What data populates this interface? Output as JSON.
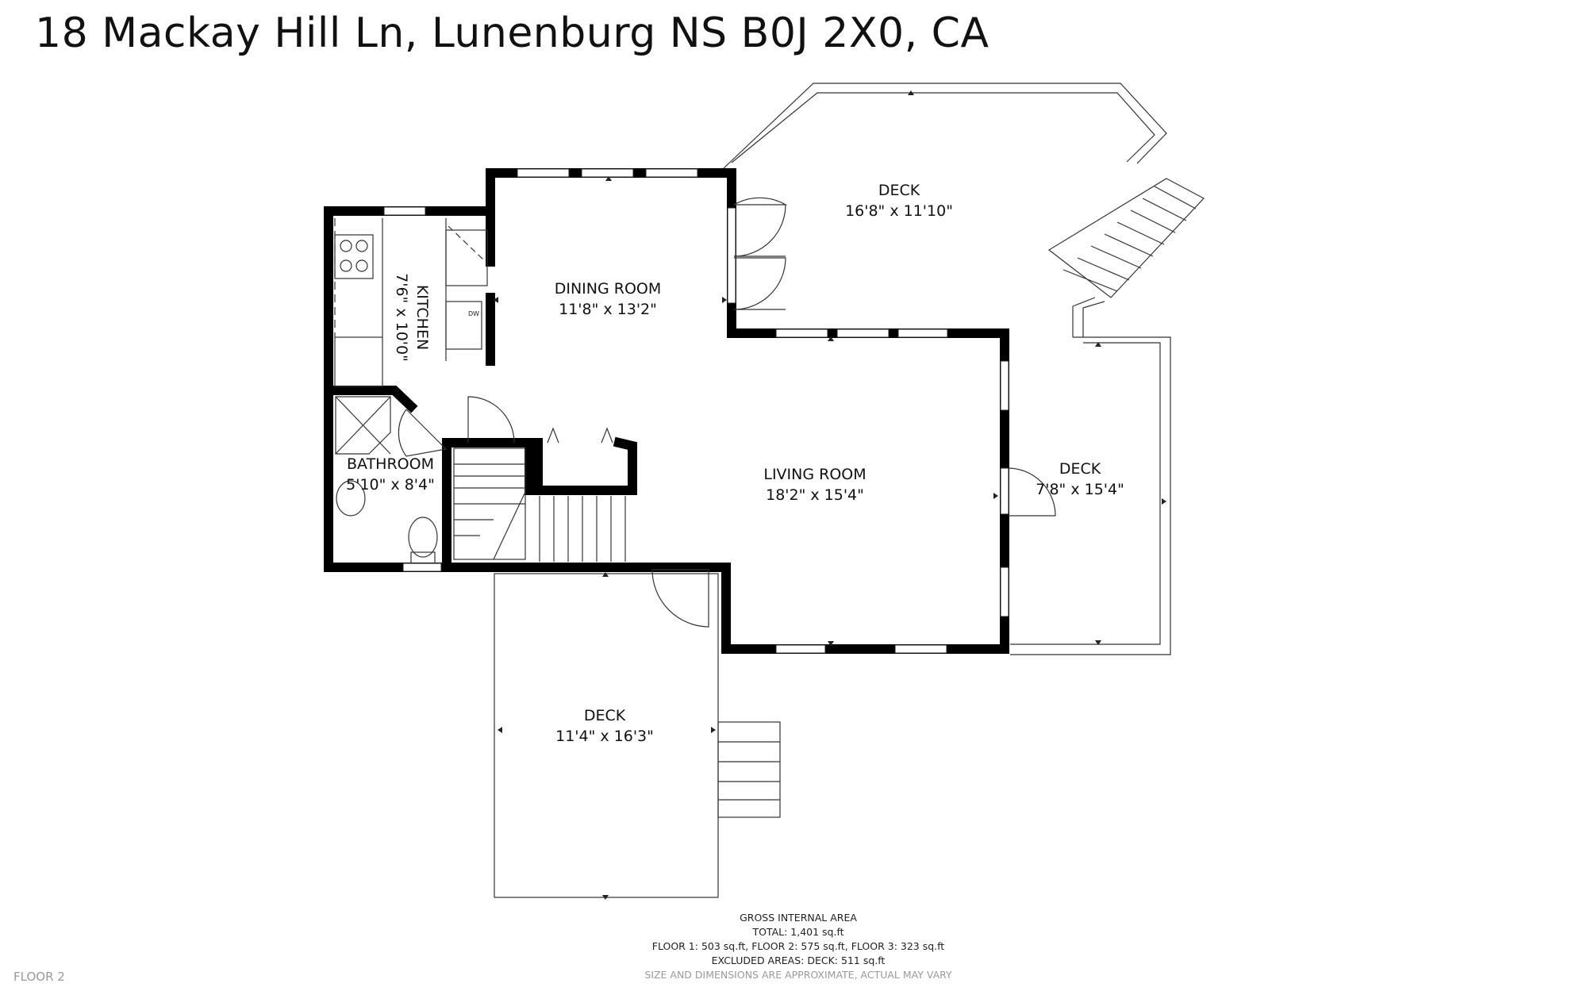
{
  "title": "18 Mackay Hill Ln, Lunenburg NS B0J 2X0, CA",
  "floor_label": "FLOOR 2",
  "rooms": {
    "deck_top": {
      "name": "DECK",
      "dims": "16'8\" x 11'10\""
    },
    "dining": {
      "name": "DINING ROOM",
      "dims": "11'8\" x 13'2\""
    },
    "kitchen": {
      "name": "KITCHEN",
      "dims": "7'6\" x 10'0\""
    },
    "bathroom": {
      "name": "BATHROOM",
      "dims": "5'10\" x 8'4\""
    },
    "living": {
      "name": "LIVING ROOM",
      "dims": "18'2\" x 15'4\""
    },
    "deck_right": {
      "name": "DECK",
      "dims": "7'8\" x 15'4\""
    },
    "deck_bottom": {
      "name": "DECK",
      "dims": "11'4\" x 16'3\""
    }
  },
  "fixtures": {
    "dishwasher": "DW"
  },
  "summary": {
    "heading": "GROSS INTERNAL AREA",
    "total": "TOTAL: 1,401 sq.ft",
    "floors": "FLOOR 1: 503 sq.ft, FLOOR 2: 575 sq.ft, FLOOR 3: 323 sq.ft",
    "excluded": "EXCLUDED AREAS: DECK: 511 sq.ft",
    "disclaimer": "SIZE AND DIMENSIONS ARE APPROXIMATE, ACTUAL MAY VARY"
  }
}
